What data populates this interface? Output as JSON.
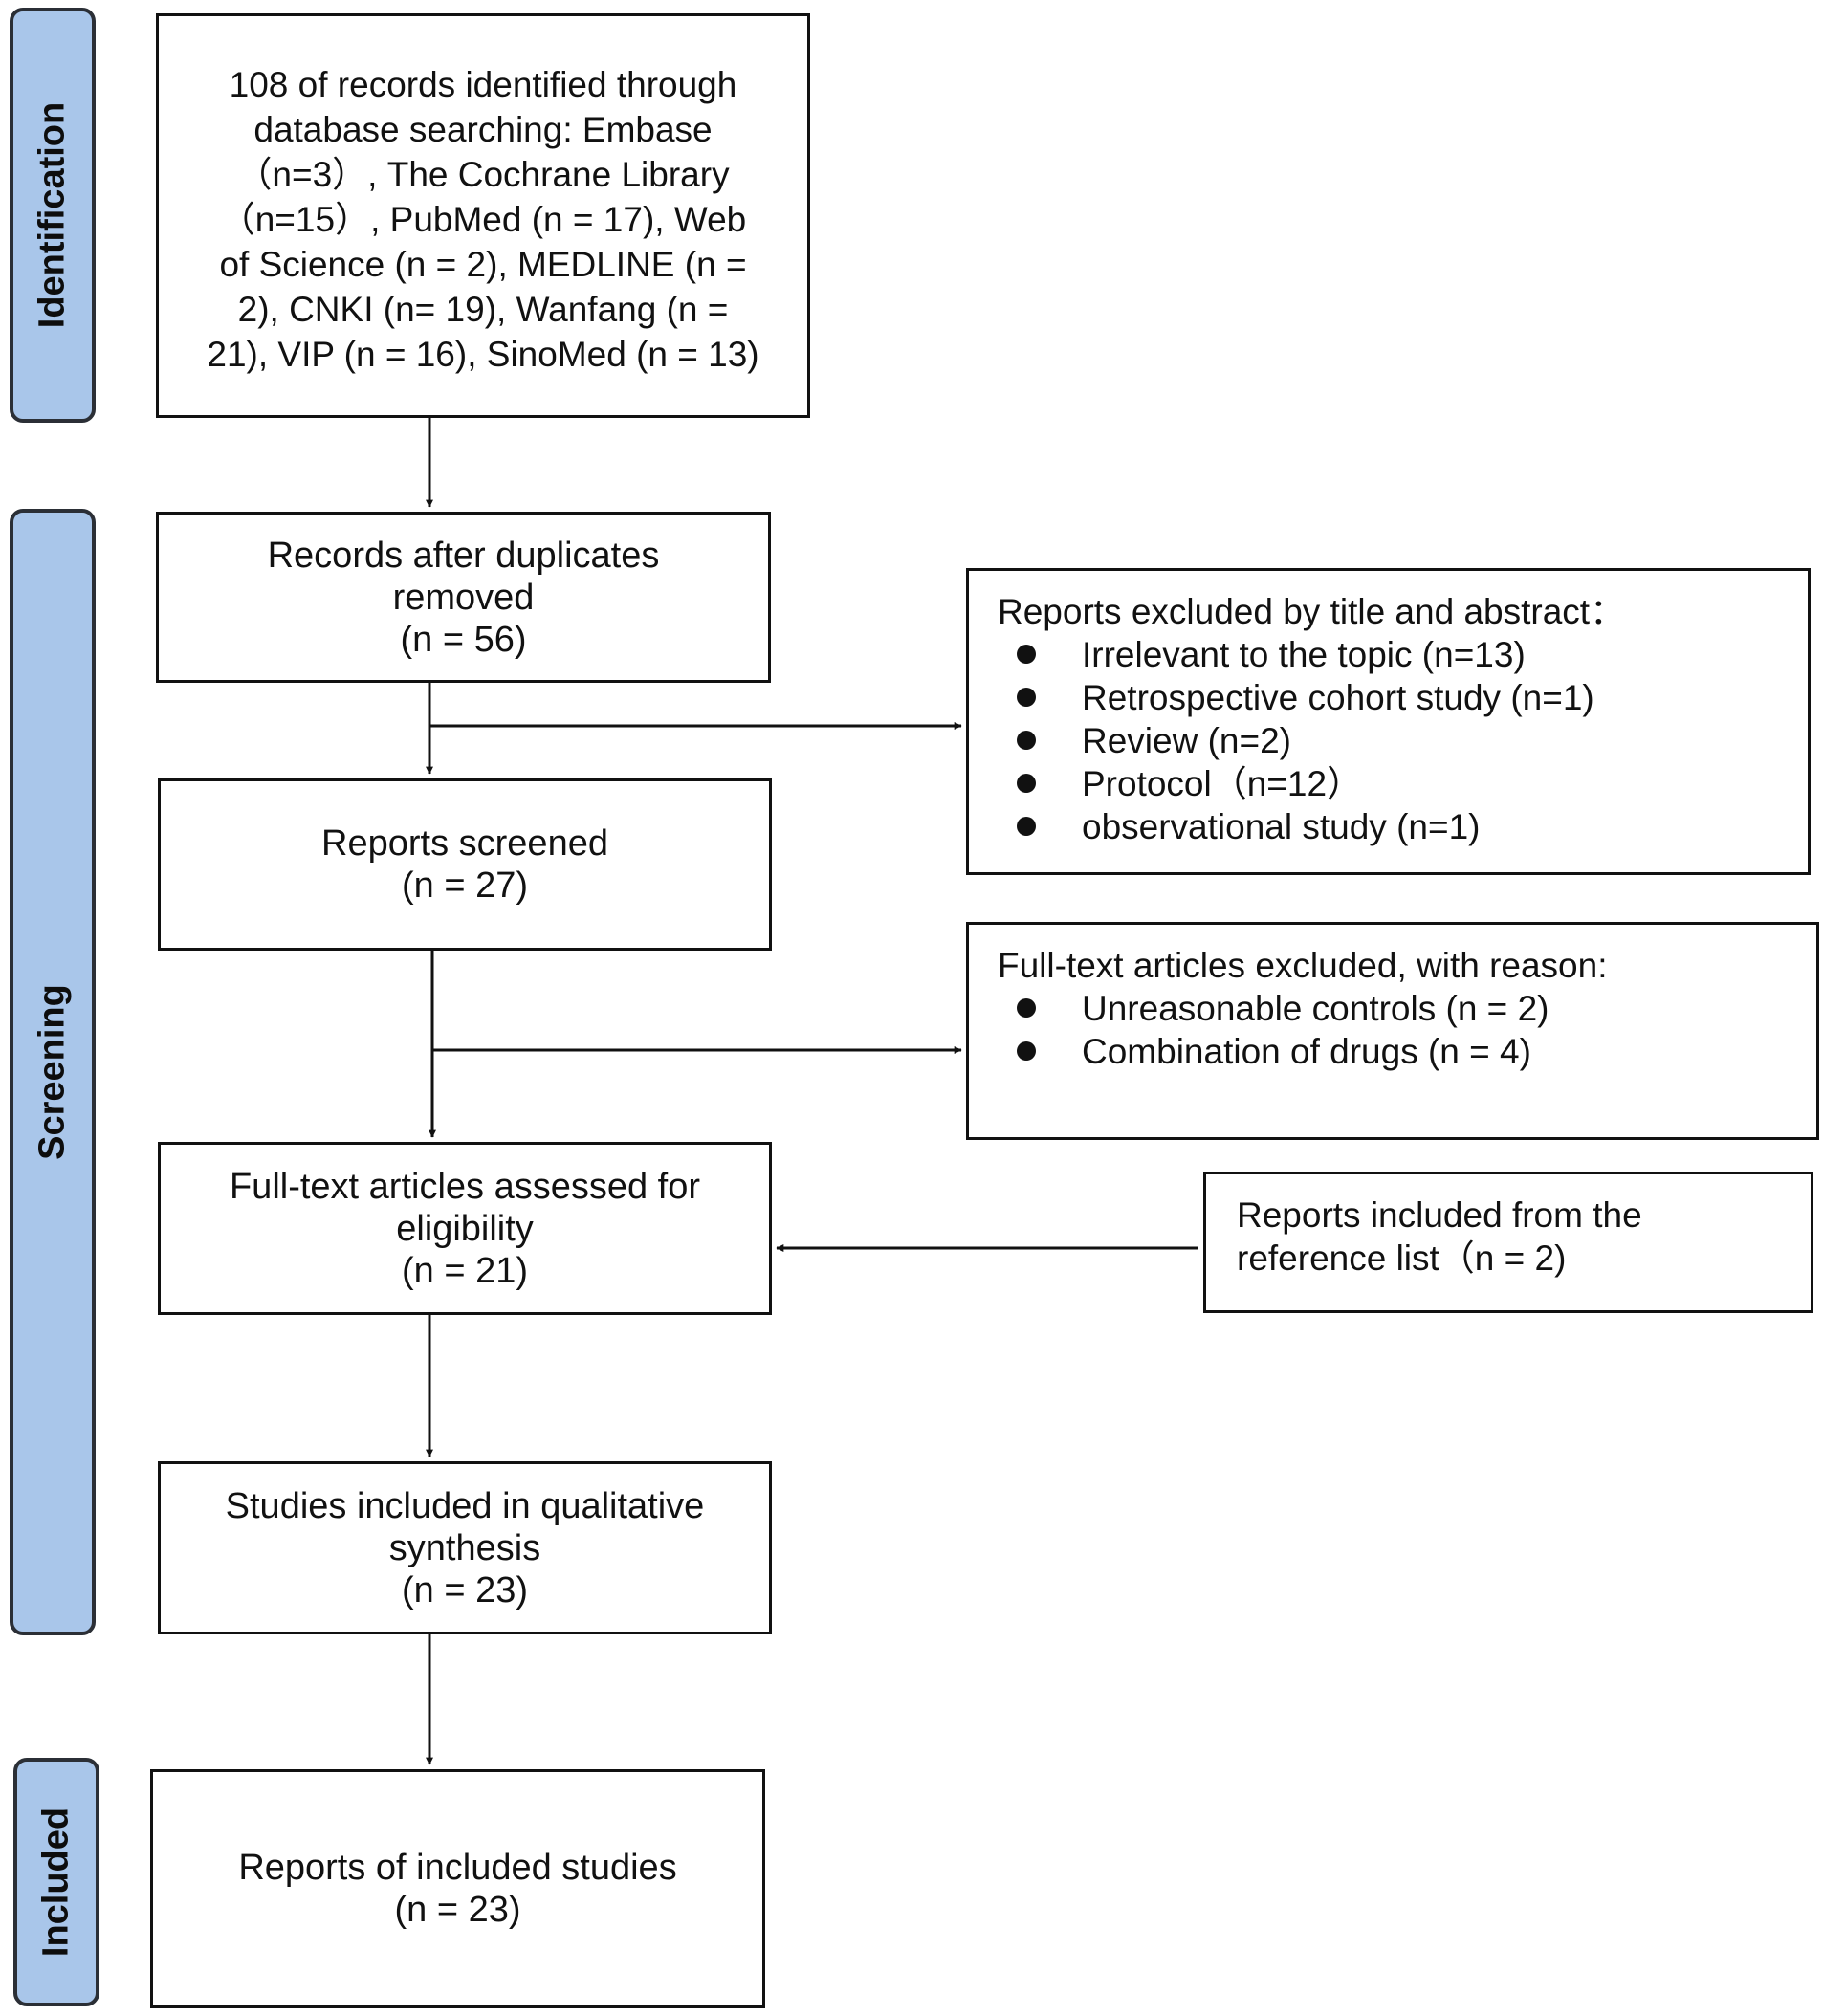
{
  "phases": {
    "identification": "Identification",
    "screening": "Screening",
    "included": "Included"
  },
  "identification_box": {
    "lines": [
      "108 of records identified through",
      "database searching: Embase",
      "（n=3）, The Cochrane Library",
      "（n=15）, PubMed (n = 17),  Web",
      "of Science (n = 2), MEDLINE (n =",
      "2), CNKI (n= 19), Wanfang (n =",
      "21), VIP (n = 16), SinoMed (n = 13)"
    ]
  },
  "duplicates_box": {
    "lines": [
      "Records after duplicates",
      "removed",
      "(n = 56)"
    ]
  },
  "screened_box": {
    "lines": [
      "Reports screened",
      "(n = 27)"
    ]
  },
  "fulltext_box": {
    "lines": [
      "Full-text articles assessed for",
      "eligibility",
      "(n = 21)"
    ]
  },
  "qualitative_box": {
    "lines": [
      "Studies included in qualitative",
      "synthesis",
      "(n = 23)"
    ]
  },
  "included_box": {
    "lines": [
      "Reports of included studies",
      "(n = 23)"
    ]
  },
  "excluded_title_abstract": {
    "heading": "Reports excluded by title and abstract：",
    "items": [
      "Irrelevant to the topic (n=13)",
      "Retrospective cohort study (n=1)",
      "Review (n=2)",
      "Protocol（n=12）",
      "observational study (n=1)"
    ]
  },
  "excluded_fulltext": {
    "heading": "Full-text articles excluded, with reason:",
    "items": [
      "Unreasonable controls (n = 2)",
      "Combination of drugs (n = 4)"
    ]
  },
  "reference_box": {
    "lines": [
      "Reports included from the",
      "reference list（n = 2)"
    ]
  },
  "colors": {
    "phase_fill": "#a9c6ea",
    "phase_border": "#2b2f36",
    "line": "#111111"
  }
}
